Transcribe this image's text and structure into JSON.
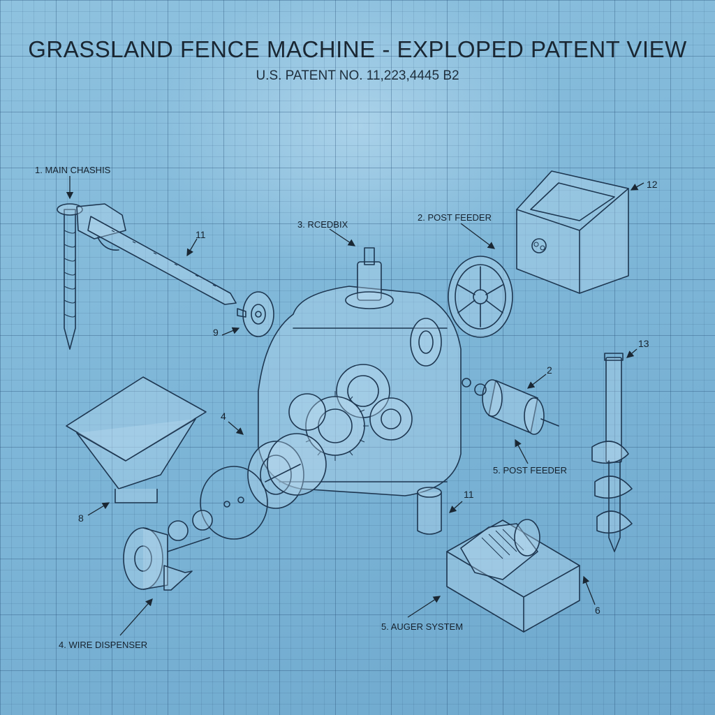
{
  "header": {
    "title": "GRASSLAND FENCE MACHINE - EXPLOPED PATENT VIEW",
    "subtitle": "U.S. PATENT NO. 11,223,4445 B2"
  },
  "callouts": {
    "main_chassis": "1. MAIN CHASHIS",
    "chassis_arm": "11",
    "gearbox": "3. RCEDBIX",
    "post_feeder_top": "2. POST FEEDER",
    "hopper_box": "12",
    "flywheel_small": "9",
    "auger_post": "13",
    "motor": "2",
    "frame_left": "4",
    "post_feeder_mid": "5. POST FEEDER",
    "funnel": "8",
    "cylinder": "11",
    "wire_dispenser": "4. WIRE DISPENSER",
    "auger_system": "5. AUGER SYSTEM",
    "motor_box": "6"
  },
  "colors": {
    "background": "#7fb7d8",
    "line": "#1d3650",
    "text": "#1a2733"
  }
}
